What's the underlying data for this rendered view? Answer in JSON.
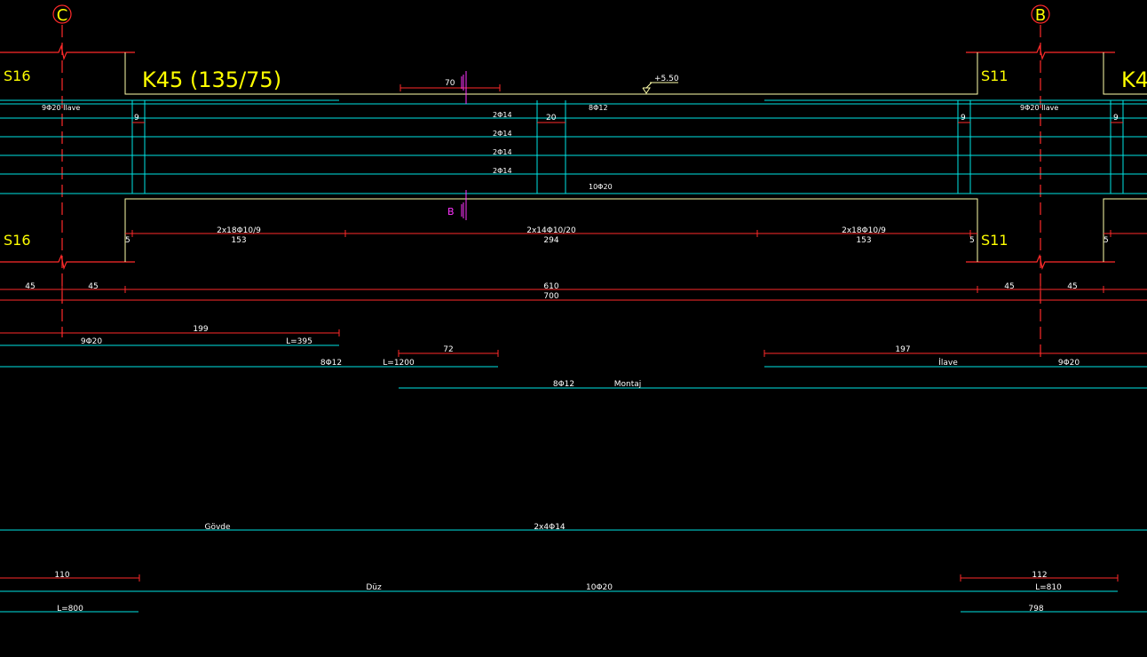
{
  "colors": {
    "background": "#000000",
    "concrete": "#ffffaa",
    "rebar": "#00e5e5",
    "dimension": "#ff2a2a",
    "axis": "#ff2a2a",
    "label": "#ffff00",
    "text": "#ffffff",
    "section": "#ff33ff"
  },
  "axes": {
    "left": "C",
    "right": "B"
  },
  "beam": {
    "title": "K45 (135/75)",
    "next_title": "K4",
    "level": "+5.50"
  },
  "columns": {
    "left_top": "S16",
    "left_bottom": "S16",
    "right_top": "S11",
    "right_bottom": "S11"
  },
  "section_marks": {
    "top_label": "70",
    "bottom_label": "B"
  },
  "elevation": {
    "top_left_extra": "9Φ20 İlave",
    "top_right_extra": "9Φ20 İlave",
    "top_mid_bars": "8Φ12",
    "web_bars": [
      "2Φ14",
      "2Φ14",
      "2Φ14",
      "2Φ14"
    ],
    "bottom_bars": "10Φ20",
    "left_support_dim": "9",
    "mid_gap_dim": "20",
    "right_support_dim": "9",
    "far_right_dim": "9"
  },
  "stirrups": {
    "left_spec": "2x18Φ10/9",
    "left_len": "153",
    "mid_spec": "2x14Φ10/20",
    "mid_len": "294",
    "right_spec": "2x18Φ10/9",
    "right_len": "153",
    "left_offset": "5",
    "right_offset": "5",
    "far_right_offset": "5"
  },
  "dimensions": {
    "row1": [
      "45",
      "45",
      "610",
      "45",
      "45"
    ],
    "total": "700"
  },
  "bars": {
    "top_left_len": "199",
    "top_left_spec": "9Φ20",
    "top_left_L": "L=395",
    "top_mid_spec": "8Φ12",
    "top_mid_L": "L=1200",
    "top_mid_len": "72",
    "top_right_len": "197",
    "top_right_name": "İlave",
    "top_right_spec": "9Φ20",
    "montaj_spec": "8Φ12",
    "montaj_name": "Montaj",
    "govde_name": "Gövde",
    "govde_spec": "2x4Φ14",
    "bottom_left_len": "110",
    "bottom_right_len": "112",
    "bottom_name": "Düz",
    "bottom_spec": "10Φ20",
    "bottom_right_L": "L=810",
    "bottom_left_L": "L=800",
    "bottom_right_len2": "798"
  }
}
